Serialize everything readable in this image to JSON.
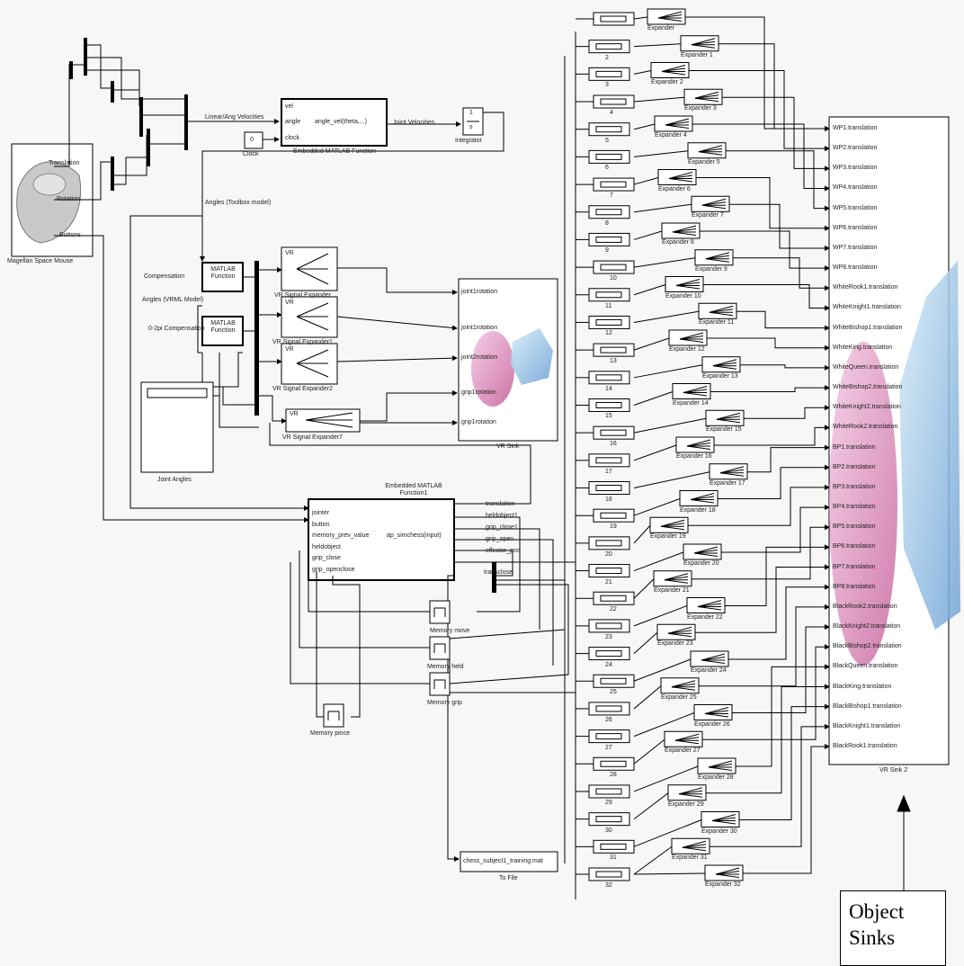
{
  "blocks": {
    "mouse": "Magellan Space Mouse",
    "mouse_port_1": "Translation",
    "mouse_port_2": "Rotation",
    "mouse_port_3": "Buttons",
    "linear_label": "Linear/Ang Velocities",
    "clock_label": "Clock",
    "clock_value": "0",
    "emb1_in1": "vel",
    "emb1_in2": "angle",
    "emb1_in3": "clock",
    "emb1_func": "angle_vel(theta,...)",
    "emb1_name": "Embedded MATLAB Function",
    "joint_vel": "Joint Velocities",
    "integrator": "Integrator",
    "integ_top": "1",
    "integ_bot": "s",
    "angles_toolbox": "Angles (Toolbox model)",
    "compensation": "Compensation",
    "angles_vrml": "Angles (VRML Model)",
    "comp_2pi": "0-2pi Compensation",
    "matlab_fn": "MATLAB Function",
    "vr_tag": "VR",
    "vr_exp": "VR Signal Expander",
    "vr_exp1": "VR Signal Expander1",
    "vr_exp2": "VR Signal Expander2",
    "vr_exp7": "VR Signal Expander7",
    "vr_sink": "VR Sink",
    "sink_p1": "joint1rotation",
    "sink_p2": "joint1rotation",
    "sink_p3": "joint2rotation",
    "sink_p4": "grip1rotation",
    "sink_p5": "grip1rotation",
    "joint_angles": "Joint Angles",
    "emb2_name": "Embedded MATLAB Function1",
    "emb2_in": [
      "jointer",
      "button",
      "memory_prev_value",
      "heldobject",
      "grip_close",
      "grip_openclose"
    ],
    "emb2_func": "ap_simchess(input)",
    "emb2_out": [
      "translation",
      "heldobject1",
      "grip_close1",
      "grip_open",
      "effector_pos"
    ],
    "emb2_out6": "transclose",
    "mem1": "Memory move",
    "mem2": "Memory held",
    "mem3": "Memory grip",
    "mem4": "Memory pince",
    "to_file": "To File",
    "to_file_name": "chess_subject1_training.mat",
    "sink2": "VR Sink 2"
  },
  "selectors": [
    "",
    "2",
    "3",
    "4",
    "5",
    "6",
    "7",
    "8",
    "9",
    "10",
    "11",
    "12",
    "13",
    "14",
    "15",
    "16",
    "17",
    "18",
    "19",
    "20",
    "21",
    "22",
    "23",
    "24",
    "25",
    "26",
    "27",
    "28",
    "29",
    "30",
    "31",
    "32"
  ],
  "expanders": [
    "Expander",
    "Expander 1",
    "Expander 2",
    "Expander 3",
    "Expander 4",
    "Expander 5",
    "Expander 6",
    "Expander 7",
    "Expander 8",
    "Expander 9",
    "Expander 10",
    "Expander 11",
    "Expander 12",
    "Expander 13",
    "Expander 14",
    "Expander 15",
    "Expander 16",
    "Expander 17",
    "Expander 18",
    "Expander 19",
    "Expander 20",
    "Expander 21",
    "Expander 22",
    "Expander 23",
    "Expander 24",
    "Expander 25",
    "Expander 26",
    "Expander 27",
    "Expander 28",
    "Expander 29",
    "Expander 30",
    "Expander 31",
    "Expander 32"
  ],
  "sink2_ports": [
    "WP1.translation",
    "WP2.translation",
    "WP3.translation",
    "WP4.translation",
    "WP5.translation",
    "WP6.translation",
    "WP7.translation",
    "WP8.translation",
    "WhiteRook1.translation",
    "WhiteKnight1.translation",
    "WhiteBishop1.translation",
    "WhiteKing.translation",
    "WhiteQueen.translation",
    "WhiteBishop2.translation",
    "WhiteKnight2.translation",
    "WhiteRook2.translation",
    "BP1.translation",
    "BP2.translation",
    "BP3.translation",
    "BP4.translation",
    "BP5.translation",
    "BP6.translation",
    "BP7.translation",
    "BP8.translation",
    "BlackRook2.translation",
    "BlackKnight2.translation",
    "BlackBishop2.translation",
    "BlackQueen.translation",
    "BlackKing.translation",
    "BlackBishop1.translation",
    "BlackKnight1.translation",
    "BlackRook1.translation"
  ],
  "annotation": {
    "line1": "Object",
    "line2": "Sinks"
  }
}
